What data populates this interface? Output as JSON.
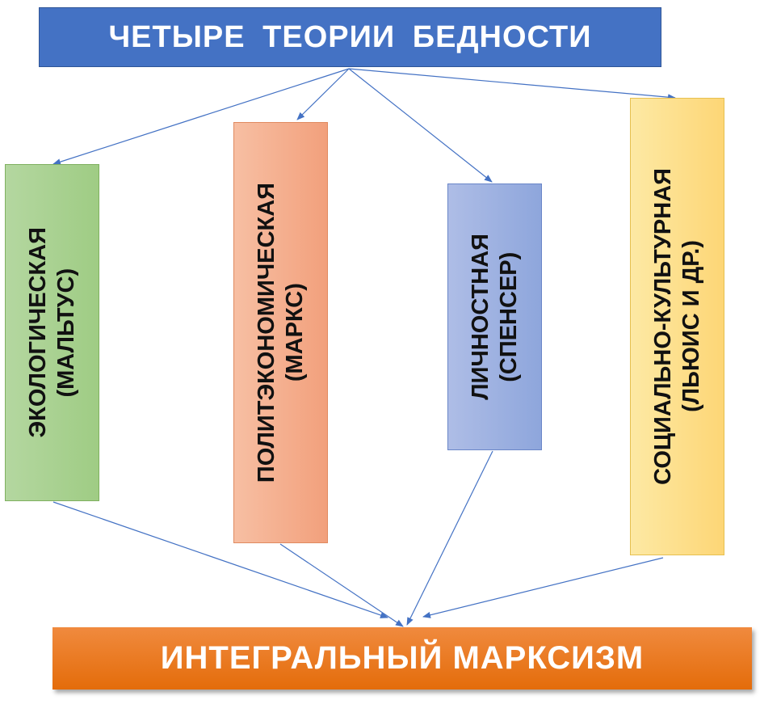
{
  "title": "ЧЕТЫРЕ  ТЕОРИИ  БЕДНОСТИ",
  "theories": [
    {
      "name": "ЭКОЛОГИЧЕСКАЯ",
      "author": "(МАЛЬТУС)",
      "color": "#a9d18e"
    },
    {
      "name": "ПОЛИТЭКОНОМИЧЕСКАЯ",
      "author": "(МАРКС)",
      "color": "#f4b183"
    },
    {
      "name": "ЛИЧНОСТНАЯ",
      "author": "(СПЕНСЕР)",
      "color": "#8faadc"
    },
    {
      "name": "СОЦИАЛЬНО-КУЛЬТУРНАЯ",
      "author": "(ЛЬЮИС И ДР.)",
      "color": "#ffd966"
    }
  ],
  "result": "ИНТЕГРАЛЬНЫЙ МАРКСИЗМ",
  "colors": {
    "title_bg": "#4472c4",
    "result_bg": "#ed7d31",
    "arrow": "#4472c4"
  }
}
